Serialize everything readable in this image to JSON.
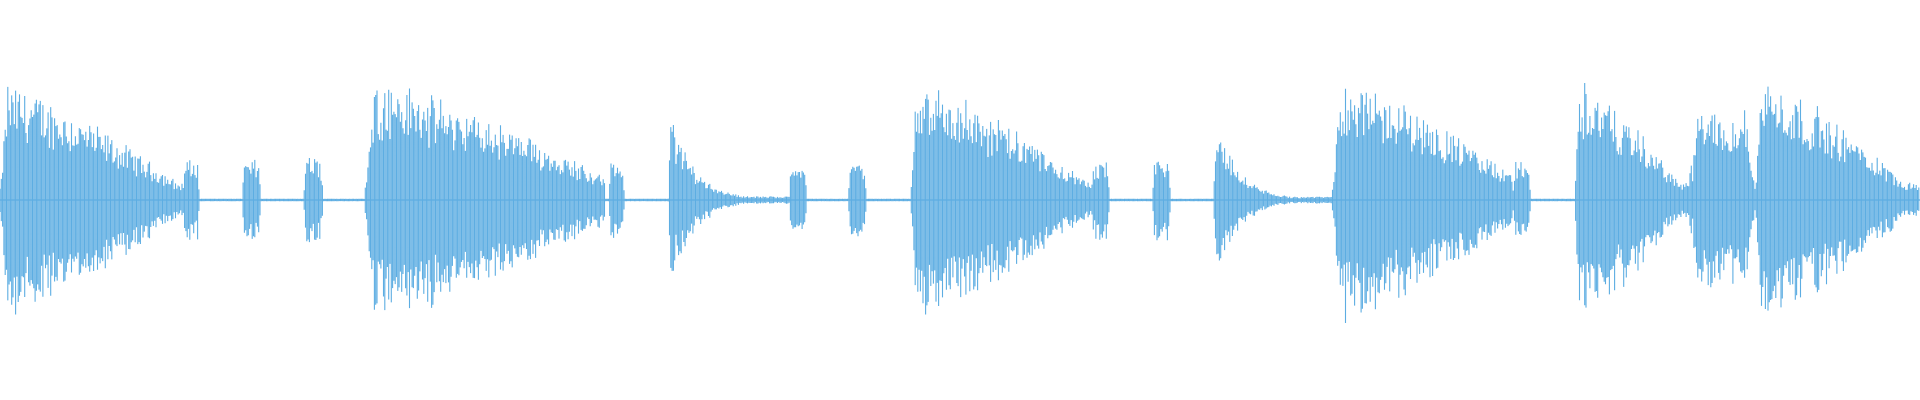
{
  "waveform": {
    "color": "#5dade2",
    "background": "#ffffff",
    "segments": [
      {
        "type": "swell",
        "start": 0.0,
        "end": 0.095,
        "peak": 0.78,
        "decay": 0.55
      },
      {
        "type": "burst",
        "start": 0.095,
        "end": 0.104,
        "peak": 0.26
      },
      {
        "type": "burst",
        "start": 0.126,
        "end": 0.136,
        "peak": 0.26
      },
      {
        "type": "burst",
        "start": 0.158,
        "end": 0.168,
        "peak": 0.28
      },
      {
        "type": "swell",
        "start": 0.19,
        "end": 0.315,
        "peak": 0.8,
        "decay": 0.5
      },
      {
        "type": "burst",
        "start": 0.317,
        "end": 0.325,
        "peak": 0.26
      },
      {
        "type": "pluck",
        "start": 0.348,
        "end": 0.412,
        "peak": 0.62
      },
      {
        "type": "burst",
        "start": 0.411,
        "end": 0.42,
        "peak": 0.26
      },
      {
        "type": "burst",
        "start": 0.442,
        "end": 0.451,
        "peak": 0.26
      },
      {
        "type": "swell",
        "start": 0.474,
        "end": 0.568,
        "peak": 0.8,
        "decay": 0.55
      },
      {
        "type": "burst",
        "start": 0.568,
        "end": 0.578,
        "peak": 0.26
      },
      {
        "type": "burst",
        "start": 0.6,
        "end": 0.61,
        "peak": 0.26
      },
      {
        "type": "pluck",
        "start": 0.632,
        "end": 0.694,
        "peak": 0.58
      },
      {
        "type": "swell",
        "start": 0.694,
        "end": 0.788,
        "peak": 0.82,
        "decay": 0.5
      },
      {
        "type": "burst",
        "start": 0.788,
        "end": 0.797,
        "peak": 0.26
      },
      {
        "type": "swell",
        "start": 0.82,
        "end": 0.88,
        "peak": 0.8,
        "decay": 0.6
      },
      {
        "type": "burst",
        "start": 0.88,
        "end": 0.914,
        "peak": 0.58
      },
      {
        "type": "swell",
        "start": 0.914,
        "end": 1.0,
        "peak": 0.82,
        "decay": 0.6
      }
    ]
  }
}
